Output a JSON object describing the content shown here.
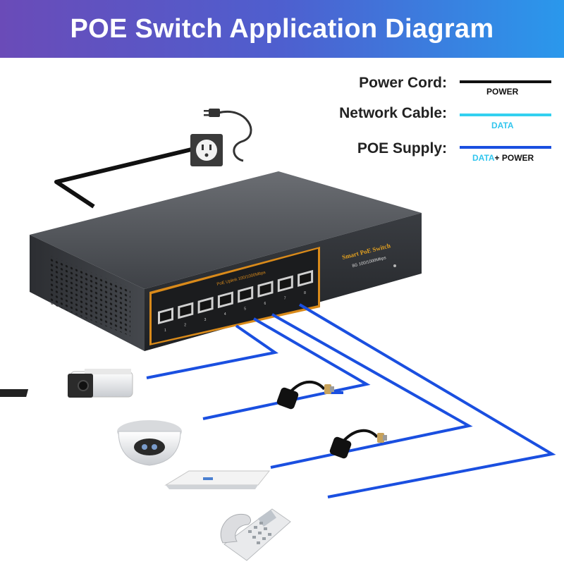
{
  "banner": {
    "title": "POE Switch Application Diagram",
    "colors": {
      "left": "#6a4bb8",
      "right": "#2a98ec"
    }
  },
  "legend": {
    "power": {
      "label": "Power Cord:",
      "caption": "POWER",
      "color": "#111111"
    },
    "network": {
      "label": "Network Cable:",
      "caption": "DATA",
      "color": "#33d0f0"
    },
    "poe": {
      "label": "POE Supply:",
      "caption_data": "DATA",
      "caption_power": "+ POWER",
      "color": "#1a4fe0"
    }
  },
  "switch": {
    "brand": "Smart PoE Switch",
    "spec": "8G  100/1000Mbps",
    "port_label": "PoE Uplink  100/1000Mbps",
    "port_numbers": [
      "1",
      "2",
      "3",
      "4",
      "5",
      "6",
      "7",
      "8"
    ],
    "port_count": 8
  },
  "devices": [
    {
      "icon": "bullet-camera-icon"
    },
    {
      "icon": "poe-splitter-icon"
    },
    {
      "icon": "dome-camera-icon"
    },
    {
      "icon": "poe-splitter-icon"
    },
    {
      "icon": "access-point-icon"
    },
    {
      "icon": "ip-phone-icon"
    }
  ],
  "icons": {
    "outlet": "power-outlet-icon",
    "plug": "power-plug-icon"
  }
}
